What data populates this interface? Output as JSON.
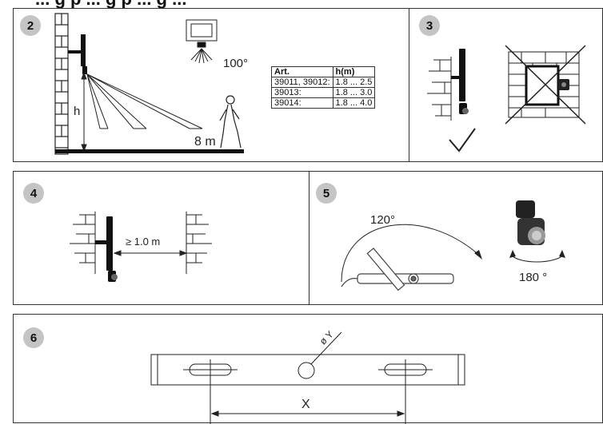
{
  "title": "... g p ... g p ... g ...",
  "panels": {
    "p2": {
      "number": "2",
      "angle": "100°",
      "h_label": "h",
      "distance": "8 m",
      "table": {
        "headers": [
          "Art.",
          "h(m)"
        ],
        "rows": [
          [
            "39011, 39012:",
            "1.8 ... 2.5"
          ],
          [
            "39013:",
            "1.8 ... 3.0"
          ],
          [
            "39014:",
            "1.8 ... 4.0"
          ]
        ]
      }
    },
    "p3": {
      "number": "3"
    },
    "p4": {
      "number": "4",
      "distance": "≥ 1.0 m"
    },
    "p5": {
      "number": "5",
      "angle_tilt": "120°",
      "angle_rotate": "180 °"
    },
    "p6": {
      "number": "6",
      "dim_x": "X",
      "dim_y": "ø Y"
    }
  }
}
